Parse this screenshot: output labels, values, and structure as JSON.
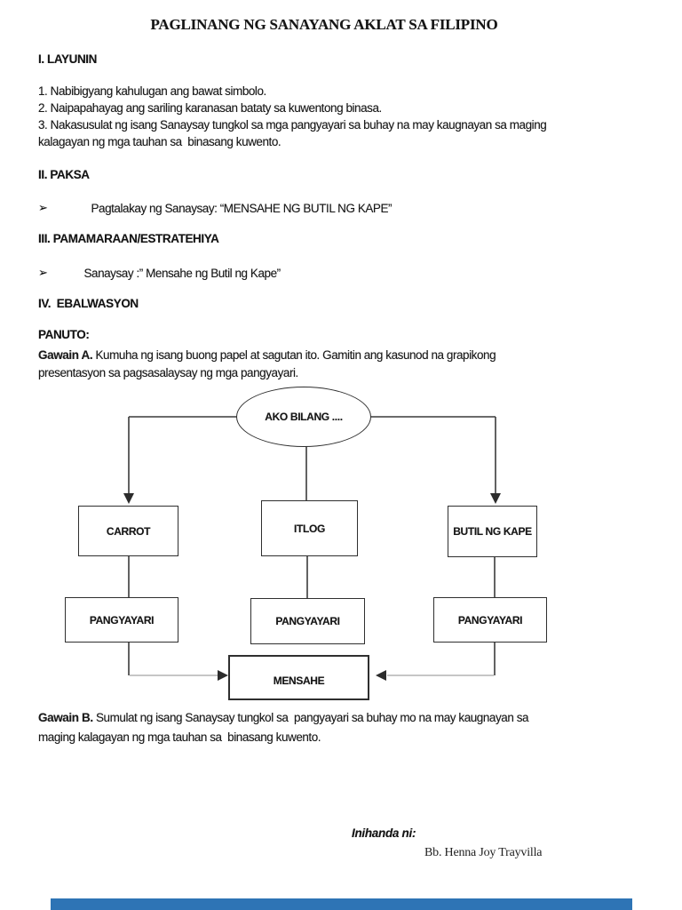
{
  "title": "PAGLINANG NG SANAYANG AKLAT SA FILIPINO",
  "headings": {
    "layunin": "I. LAYUNIN",
    "paksa": "II. PAKSA",
    "pamamaraan": "III. PAMAMARAAN/ESTRATEHIYA",
    "ebalwasyon": "IV.  EBALWASYON",
    "panuto": "PANUTO:"
  },
  "objectives": [
    "1. Nabibigyang kahulugan ang bawat simbolo.",
    "2. Naipapahayag ang sariling karanasan bataty sa kuwentong binasa.",
    "3. Nakasusulat ng isang Sanaysay tungkol sa mga pangyayari sa buhay na may kaugnayan sa maging",
    "kalagayan ng mga tauhan sa  binasang kuwento."
  ],
  "bullets": {
    "glyph": "➢",
    "paksa_item": "Pagtalakay ng Sanaysay: “MENSAHE NG BUTIL NG KAPE”",
    "pamamaraan_item": "Sanaysay :” Mensahe ng Butil ng Kape”"
  },
  "gawain_a": {
    "prefix": "Gawain A.",
    "line1": "Kumuha ng isang buong papel at sagutan ito. Gamitin ang kasunod na grapikong",
    "line2": "presentasyon sa pagsasalaysay ng mga pangyayari."
  },
  "gawain_b": {
    "prefix": "Gawain B.",
    "line1": "Sumulat ng isang Sanaysay tungkol sa  pangyayari sa buhay mo na may kaugnayan sa",
    "line2": "maging kalagayan ng mga tauhan sa  binasang kuwento."
  },
  "diagram": {
    "root_label": "AKO BILANG ....",
    "level1": [
      "CARROT",
      "ITLOG",
      "BUTIL NG KAPE"
    ],
    "level2": [
      "PANGYAYARI",
      "PANGYAYARI",
      "PANGYAYARI"
    ],
    "result_label": "MENSAHE"
  },
  "signature": {
    "label": "Inihanda ni:",
    "name": "Bb. Henna Joy Trayvilla"
  },
  "colors": {
    "footer_bar": "#2e74b5",
    "line": "#3a3a3a"
  }
}
